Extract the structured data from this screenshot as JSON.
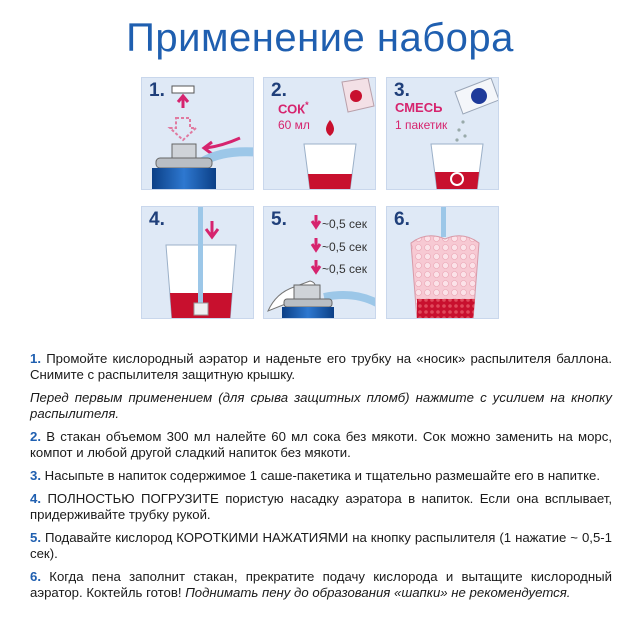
{
  "title": "Применение набора",
  "panels": [
    {
      "num": "1."
    },
    {
      "num": "2.",
      "label": "СОК",
      "asterisk": "*",
      "sub": "60 мл"
    },
    {
      "num": "3.",
      "label": "СМЕСЬ",
      "sub": "1 пакетик"
    },
    {
      "num": "4."
    },
    {
      "num": "5.",
      "times": [
        "~0,5 сек",
        "~0,5 сек",
        "~0,5 сек"
      ]
    },
    {
      "num": "6."
    }
  ],
  "steps": [
    {
      "num": "1.",
      "text": "Промойте кислородный аэратор и наденьте его трубку на «носик» распылителя баллона. Снимите с распылителя защитную крышку."
    },
    {
      "note": "Перед первым применением (для срыва защитных пломб) нажмите с усилием на кнопку распылителя."
    },
    {
      "num": "2.",
      "text": "В стакан объемом 300 мл налейте 60 мл сока без мякоти. Сок можно заменить на морс, компот и любой другой сладкий напиток без мякоти."
    },
    {
      "num": "3.",
      "text": "Насыпьте в напиток содержимое 1 саше-пакетика и тщательно размешайте его в напитке."
    },
    {
      "num": "4.",
      "text": "ПОЛНОСТЬЮ ПОГРУЗИТЕ пористую насадку аэратора в напиток. Если она всплывает, придерживайте трубку рукой."
    },
    {
      "num": "5.",
      "text": "Подавайте кислород КОРОТКИМИ НАЖАТИЯМИ на кнопку распылителя (1 нажатие ~ 0,5-1 сек)."
    },
    {
      "num": "6.",
      "text": "Когда пена заполнит стакан, прекратите подачу кислорода и вытащите кислородный аэратор. Коктейль готов!",
      "note": "Поднимать пену до образования «шапки» не рекомендуется."
    }
  ],
  "colors": {
    "accent": "#1f5fb0",
    "magenta": "#d6246e",
    "juice": "#c8102e",
    "panel_bg": "#dfe9f6"
  }
}
